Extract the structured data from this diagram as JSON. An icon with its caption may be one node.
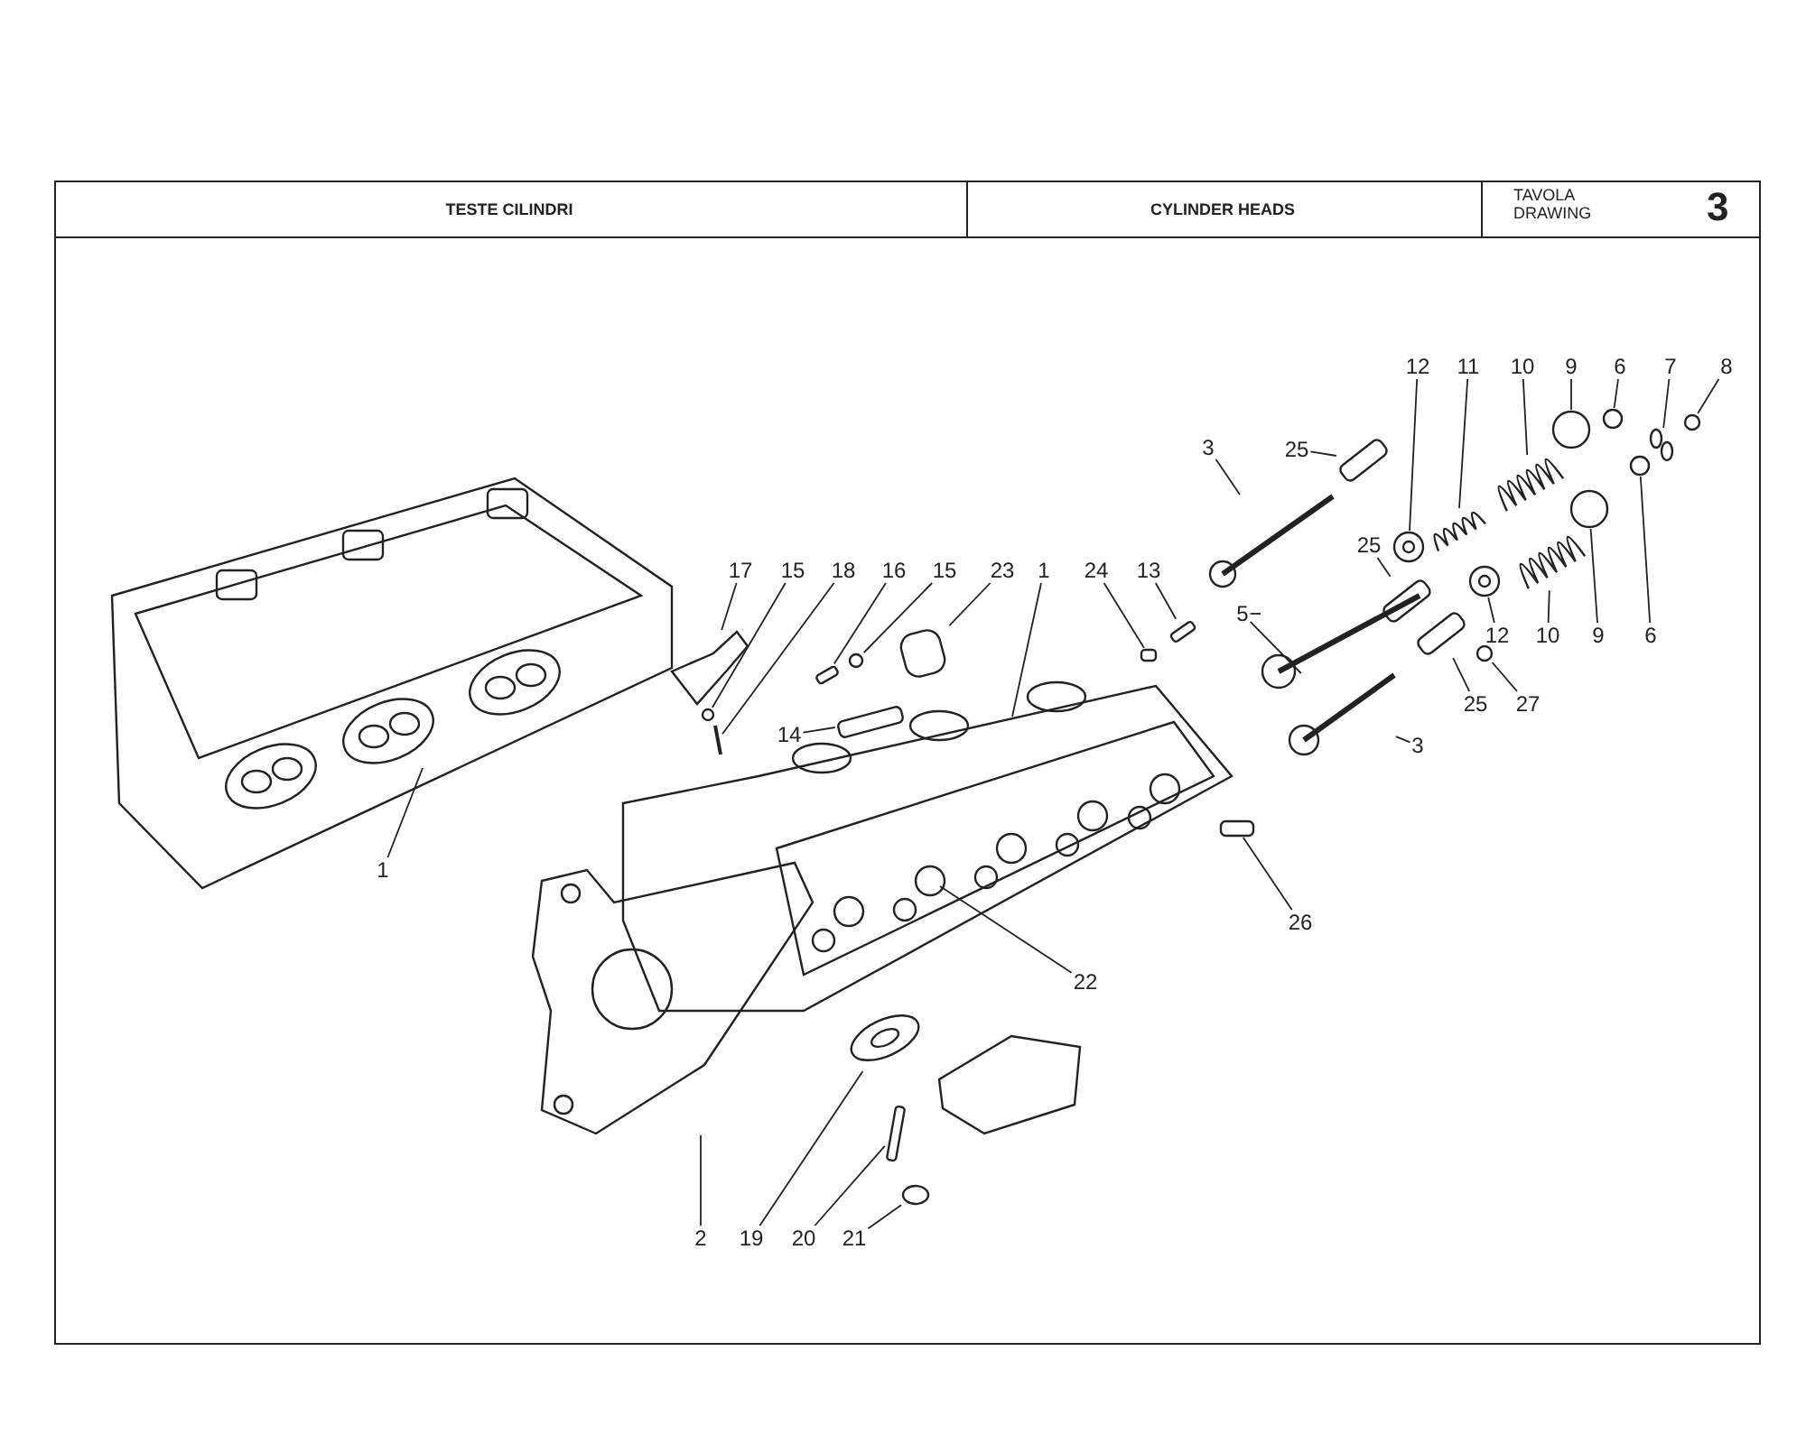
{
  "diagram": {
    "nodes": [
      {
        "text": [
          "12"
        ]
      },
      {
        "text": [
          "11"
        ]
      },
      {
        "text": [
          "10"
        ]
      },
      {
        "text": [
          "9"
        ]
      },
      {
        "text": [
          "6"
        ]
      },
      {
        "text": [
          "7"
        ]
      },
      {
        "text": [
          "8"
        ]
      },
      {
        "text": [
          "25"
        ]
      },
      {
        "text": [
          "3"
        ]
      },
      {
        "text": [
          "17"
        ]
      },
      {
        "text": [
          "15"
        ]
      },
      {
        "text": [
          "18"
        ]
      },
      {
        "text": [
          "16"
        ]
      },
      {
        "text": [
          "15"
        ]
      },
      {
        "text": [
          "23"
        ]
      },
      {
        "text": [
          "1"
        ]
      },
      {
        "text": [
          "24"
        ]
      },
      {
        "text": [
          "13"
        ]
      },
      {
        "text": [
          "5"
        ]
      },
      {
        "text": [
          "12"
        ]
      },
      {
        "text": [
          "10"
        ]
      },
      {
        "text": [
          "9"
        ]
      },
      {
        "text": [
          "6"
        ]
      },
      {
        "text": [
          "25"
        ]
      },
      {
        "text": [
          "25"
        ]
      },
      {
        "text": [
          "27"
        ]
      },
      {
        "text": [
          "3"
        ]
      },
      {
        "text": [
          "14"
        ]
      },
      {
        "text": [
          "1"
        ]
      },
      {
        "text": [
          "26"
        ]
      },
      {
        "text": [
          "22"
        ]
      },
      {
        "text": [
          "2"
        ]
      },
      {
        "text": [
          "19"
        ]
      },
      {
        "text": [
          "20"
        ]
      },
      {
        "text": [
          "21"
        ]
      },
      {
        "text": [],
        "shape": "picture"
      },
      {
        "text": [],
        "shape": "picture"
      },
      {
        "text": [],
        "shape": "picture"
      },
      {
        "text": [],
        "shape": "circle"
      },
      {
        "text": [],
        "shape": "circle"
      },
      {
        "text": [],
        "shape": "picture"
      },
      {
        "text": [],
        "shape": "circle"
      },
      {
        "text": [],
        "shape": "box"
      },
      {
        "text": [],
        "shape": "picture"
      },
      {
        "text": [],
        "shape": "picture"
      },
      {
        "text": [],
        "shape": "circle"
      },
      {
        "text": [],
        "shape": "picture"
      },
      {
        "text": [],
        "shape": "box"
      },
      {
        "text": [],
        "shape": "circle"
      },
      {
        "text": [],
        "shape": "box"
      },
      {
        "text": [],
        "shape": "picture"
      },
      {
        "text": [],
        "shape": "box"
      },
      {
        "text": [],
        "shape": "box"
      },
      {
        "text": [],
        "shape": "picture"
      },
      {
        "text": [],
        "shape": "picture"
      },
      {
        "text": [],
        "shape": "picture"
      },
      {
        "text": [],
        "shape": "circle"
      },
      {
        "text": [],
        "shape": "circle"
      },
      {
        "text": [],
        "shape": "box"
      },
      {
        "text": [],
        "shape": "box"
      },
      {
        "text": [],
        "shape": "circle"
      },
      {
        "text": [],
        "shape": "picture"
      },
      {
        "text": [],
        "shape": "box"
      },
      {
        "text": [],
        "shape": "picture"
      },
      {
        "text": [],
        "shape": "box"
      },
      {
        "text": [],
        "shape": "picture"
      },
      {
        "text": [],
        "shape": "picture"
      },
      {
        "text": [],
        "shape": "box"
      },
      {
        "text": [],
        "shape": "circle"
      }
    ],
    "edges": [
      {
        "from": 0,
        "to": 35,
        "arrow": "none"
      },
      {
        "from": 1,
        "to": 36,
        "arrow": "none"
      },
      {
        "from": 2,
        "to": 37,
        "arrow": "none"
      },
      {
        "from": 3,
        "to": 38,
        "arrow": "none"
      },
      {
        "from": 4,
        "to": 39,
        "arrow": "none"
      },
      {
        "from": 5,
        "to": 40,
        "arrow": "none"
      },
      {
        "from": 6,
        "to": 41,
        "arrow": "none"
      },
      {
        "from": 7,
        "to": 42,
        "arrow": "none"
      },
      {
        "from": 8,
        "to": 43,
        "arrow": "none"
      },
      {
        "from": 9,
        "to": 44,
        "arrow": "none"
      },
      {
        "from": 10,
        "to": 45,
        "arrow": "none"
      },
      {
        "from": 11,
        "to": 46,
        "arrow": "none"
      },
      {
        "from": 12,
        "to": 47,
        "arrow": "none"
      },
      {
        "from": 13,
        "to": 48,
        "arrow": "none"
      },
      {
        "from": 14,
        "to": 49,
        "arrow": "none"
      },
      {
        "from": 15,
        "to": 50,
        "arrow": "none"
      },
      {
        "from": 16,
        "to": 51,
        "arrow": "none"
      },
      {
        "from": 17,
        "to": 52,
        "arrow": "none"
      },
      {
        "from": 18,
        "to": 53,
        "arrow": "none"
      },
      {
        "from": 18,
        "to": 61,
        "arrow": "none"
      },
      {
        "from": 19,
        "to": 54,
        "arrow": "none"
      },
      {
        "from": 20,
        "to": 55,
        "arrow": "none"
      },
      {
        "from": 21,
        "to": 56,
        "arrow": "none"
      },
      {
        "from": 22,
        "to": 57,
        "arrow": "none"
      },
      {
        "from": 23,
        "to": 58,
        "arrow": "none"
      },
      {
        "from": 24,
        "to": 59,
        "arrow": "none"
      },
      {
        "from": 25,
        "to": 60,
        "arrow": "none"
      },
      {
        "from": 26,
        "to": 61,
        "arrow": "none"
      },
      {
        "from": 27,
        "to": 62,
        "arrow": "none"
      },
      {
        "from": 28,
        "to": 63,
        "arrow": "none"
      },
      {
        "from": 29,
        "to": 64,
        "arrow": "none"
      },
      {
        "from": 30,
        "to": 50,
        "arrow": "none"
      },
      {
        "from": 31,
        "to": 65,
        "arrow": "none"
      },
      {
        "from": 32,
        "to": 66,
        "arrow": "none"
      },
      {
        "from": 33,
        "to": 67,
        "arrow": "none"
      },
      {
        "from": 34,
        "to": 68,
        "arrow": "none"
      }
    ],
    "labels": [
      "TESTE CILINDRI",
      "CYLINDER HEADS",
      "TAVOLA",
      "DRAWING",
      "3"
    ]
  }
}
